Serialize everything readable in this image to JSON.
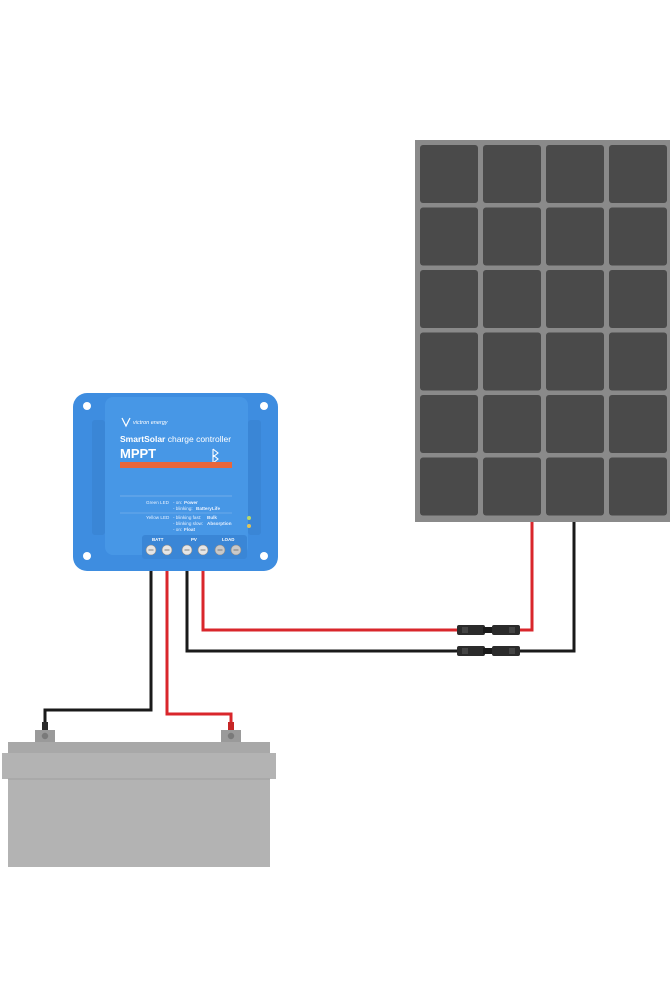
{
  "controller": {
    "brand": "victron energy",
    "product_line_bold": "SmartSolar",
    "product_line_rest": " charge controller",
    "model": "MPPT",
    "accent_color": "#e8663a",
    "body_color": "#3e8de0",
    "legend": {
      "green_prefix": "Green LED",
      "green_on": "- on:",
      "green_on_value": "Power",
      "green_blink": "- blinking:",
      "green_blink_value": "BatteryLife",
      "yellow_prefix": "Yellow LED",
      "yellow_fast": "- blinking fast:",
      "yellow_fast_value": "Bulk",
      "yellow_slow": "- blinking slow:",
      "yellow_slow_value": "Absorption",
      "yellow_on": "- on:",
      "yellow_on_value": "Float"
    },
    "terminals": {
      "batt": "BATT",
      "pv": "PV",
      "load": "LOAD"
    },
    "bluetooth_icon": "bluetooth-icon"
  },
  "solar_panel": {
    "rows": 6,
    "cols": 4,
    "frame_color": "#8a8a8a",
    "cell_color": "#4a4a4a"
  },
  "battery": {
    "color": "#b3b3b3"
  },
  "wires": {
    "positive_color": "#d9262b",
    "negative_color": "#1a1a1a"
  }
}
